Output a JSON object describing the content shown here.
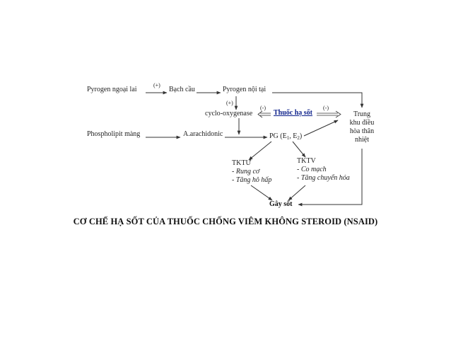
{
  "nodes": {
    "pyrogen_ngoai_lai": "Pyrogen ngoại lai",
    "bach_cau": "Bạch cầu",
    "pyrogen_noi_tai": "Pyrogen nội tại",
    "cyclo_oxygenase": "cyclo-oxygenase",
    "thuoc_ha_sot": "Thuốc hạ sốt",
    "trung_khu": [
      "Trung",
      "khu điều",
      "hòa thân",
      "nhiệt"
    ],
    "phospholipit_mang": "Phospholipit màng",
    "acid_arachidonic": "A.arachidonic",
    "pg": {
      "main": "PG (E",
      "sub1": "1",
      "mid": ", E",
      "sub2": "2",
      "end": ")"
    },
    "tktu": {
      "head": "TKTƯ",
      "items": [
        "- Rung cơ",
        "- Tăng hô hấp"
      ]
    },
    "tktv": {
      "head": "TKTV",
      "items": [
        "- Co mạch",
        "- Tăng chuyển hóa"
      ]
    },
    "gay_sot": "Gây sốt"
  },
  "signs": {
    "plus_1": "(+)",
    "plus_2": "(+)",
    "minus_1": "(-)",
    "minus_2": "(-)"
  },
  "title": "CƠ CHẾ HẠ SỐT CỦA THUỐC CHỐNG VIÊM KHÔNG STEROID (NSAID)",
  "colors": {
    "text": "#111111",
    "drug": "#0b1f8a",
    "line": "#333333"
  }
}
